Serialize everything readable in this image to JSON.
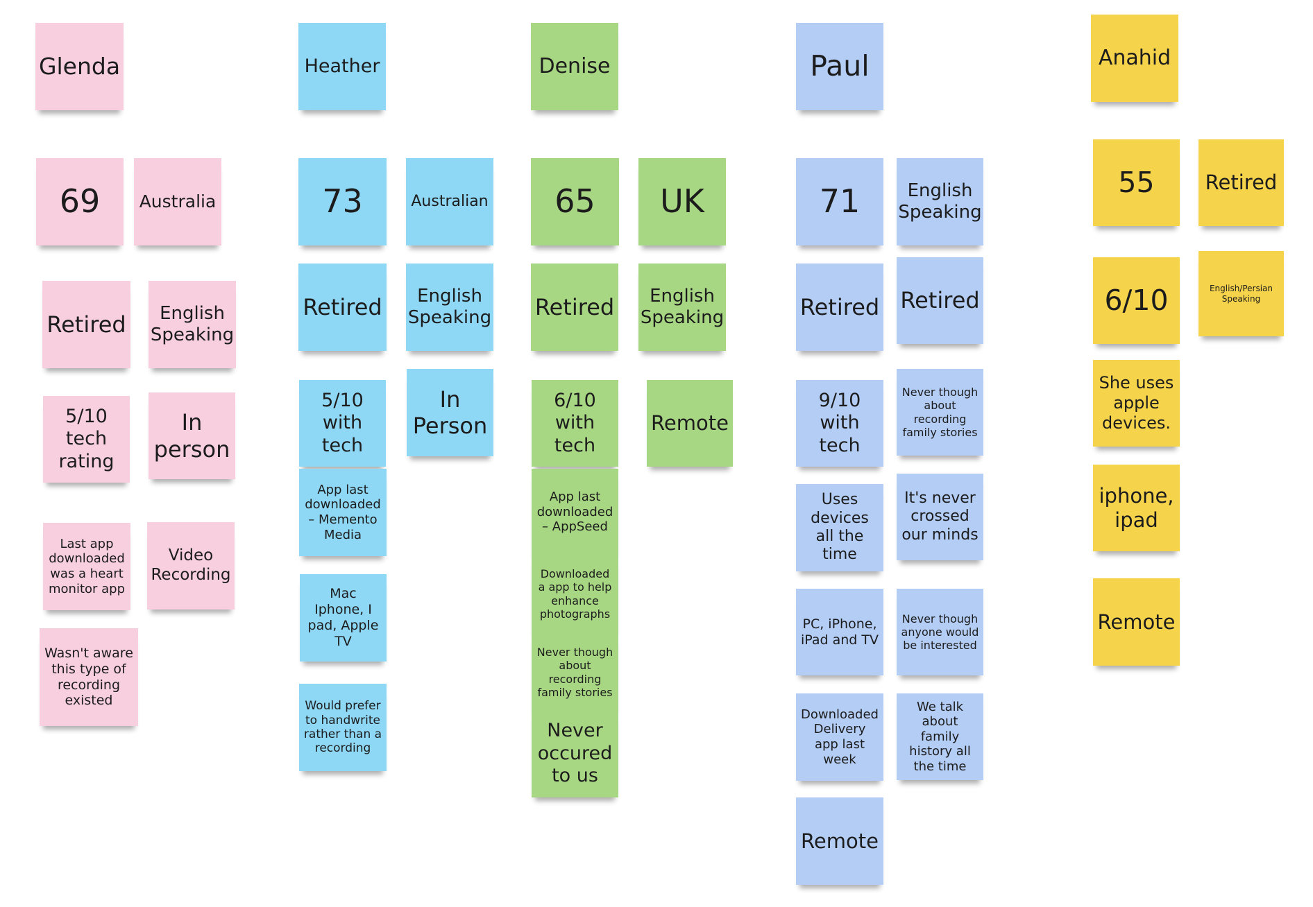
{
  "colors": {
    "pink": "#f7cfdf",
    "cyan": "#8fd8f5",
    "green": "#a8d784",
    "blue": "#b4cdf5",
    "yellow": "#f5d34b"
  },
  "notes": {
    "glenda": {
      "name": "Glenda",
      "age": "69",
      "country": "Australia",
      "status": "Retired",
      "language": "English Speaking",
      "tech": "5/10 tech rating",
      "mode": "In person",
      "app": "Last app downloaded was a heart monitor app",
      "method": "Video Recording",
      "awareness": "Wasn't aware this type of recording existed"
    },
    "heather": {
      "name": "Heather",
      "age": "73",
      "country": "Australian",
      "status": "Retired",
      "language": "English Speaking",
      "tech": "5/10 with tech",
      "mode": "In Person",
      "app": "App last downloaded – Memento Media",
      "devices": "Mac Iphone, I pad, Apple TV",
      "preference": "Would prefer to handwrite rather than a recording"
    },
    "denise": {
      "name": "Denise",
      "age": "65",
      "country": "UK",
      "status": "Retired",
      "language": "English Speaking",
      "tech": "6/10 with tech",
      "mode": "Remote",
      "app": "App last downloaded – AppSeed",
      "download": "Downloaded a app to help enhance photographs",
      "never_thought": "Never though about recording family stories",
      "never_occured": "Never occured to us"
    },
    "paul": {
      "name": "Paul",
      "age": "71",
      "language": "English Speaking",
      "status_a": "Retired",
      "status_b": "Retired",
      "tech": "9/10 with tech",
      "never_thought": "Never though about recording family stories",
      "usage": "Uses devices all the time",
      "never_crossed": "It's never crossed our minds",
      "devices": "PC, iPhone, iPad and TV",
      "never_interested": "Never though anyone would be interested",
      "download": "Downloaded Delivery app last week",
      "family_history": "We talk about family history all the time",
      "mode": "Remote"
    },
    "anahid": {
      "name": "Anahid",
      "age": "55",
      "status": "Retired",
      "tech": "6/10",
      "language": "English/Persian Speaking",
      "apple": "She uses apple devices.",
      "devices": "iphone, ipad",
      "mode": "Remote"
    }
  }
}
